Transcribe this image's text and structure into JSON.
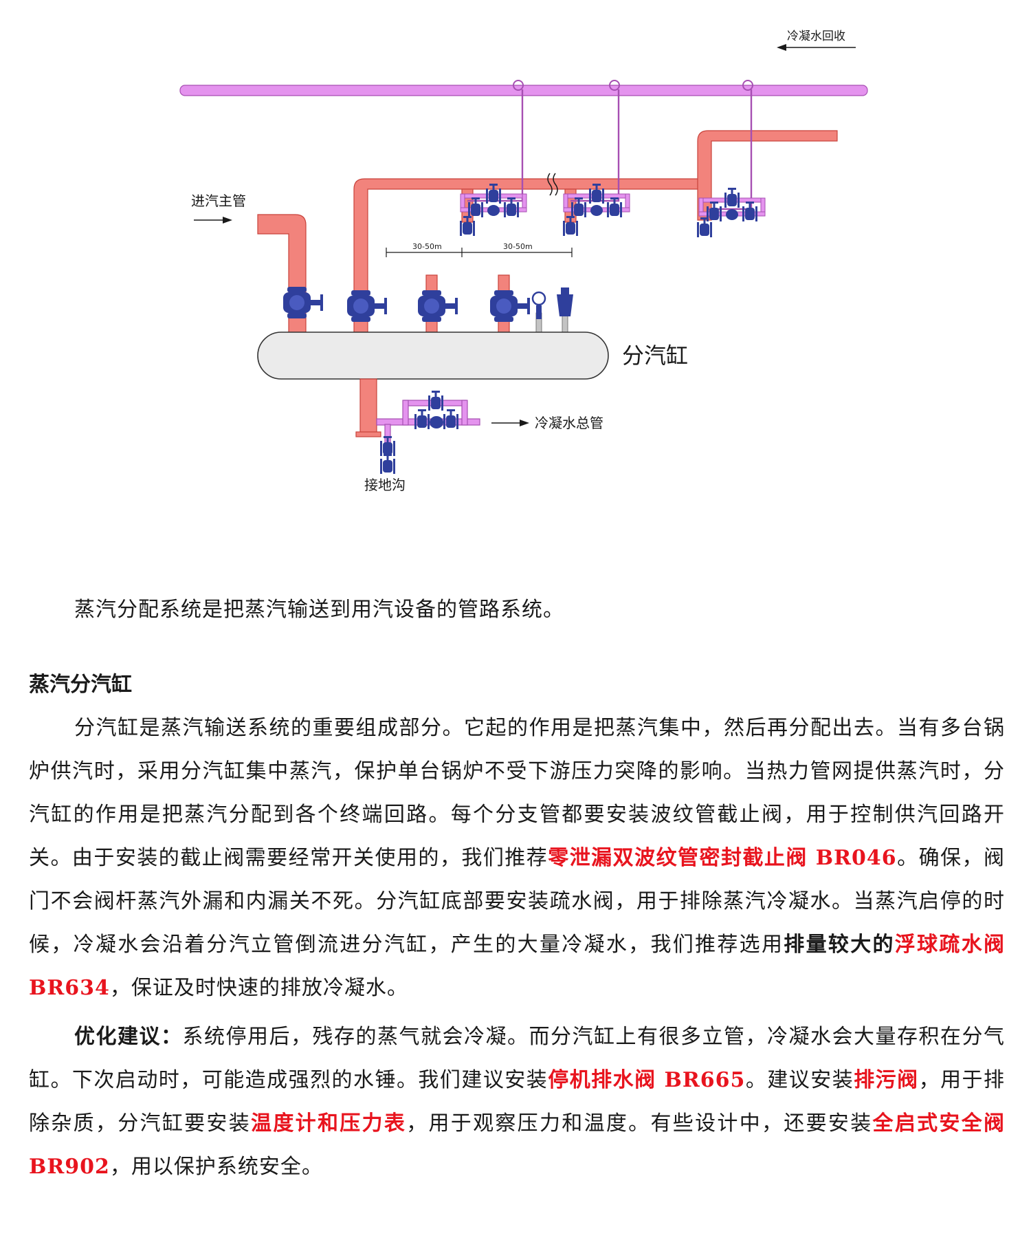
{
  "diagram": {
    "labels": {
      "condensate_return": "冷凝水回收",
      "steam_inlet": "进汽主管",
      "spacing1": "30-50m",
      "spacing2": "30-50m",
      "header": "分汽缸",
      "condensate_main": "冷凝水总管",
      "drain_ditch": "接地沟"
    },
    "colors": {
      "steam_pipe": "#f2837c",
      "steam_edge": "#c8423b",
      "condensate_pipe": "#e493ee",
      "condensate_edge": "#a64fb2",
      "valve": "#2f3f9c",
      "header_fill": "#ebebeb"
    }
  },
  "article": {
    "intro": "蒸汽分配系统是把蒸汽输送到用汽设备的管路系统。",
    "section_title": "蒸汽分汽缸",
    "p1": {
      "t1": "分汽缸是蒸汽输送系统的重要组成部分。它起的作用是把蒸汽集中，然后再分配出去。当有多台锅炉供汽时，采用分汽缸集中蒸汽，保护单台锅炉不受下游压力突降的影响。当热力管网提供蒸汽时，分汽缸的作用是把蒸汽分配到各个终端回路。每个分支管都要安装波纹管截止阀，用于控制供汽回路开关。由于安装的截止阀需要经常开关使用的，我们推荐",
      "r1": "零泄漏双波纹管密封截止阀 BR046",
      "t2": "。确保，阀门不会阀杆蒸汽外漏和内漏关不死。分汽缸底部要安装疏水阀，用于排除蒸汽冷凝水。当蒸汽启停的时候，冷凝水会沿着分汽立管倒流进分汽缸，产生的大量冷凝水，我们推荐选用",
      "b1": "排量较大的",
      "r2": "浮球疏水阀 BR634",
      "t3": "，保证及时快速的排放冷凝水。"
    },
    "p2": {
      "lead": "优化建议：",
      "t1": "系统停用后，残存的蒸气就会冷凝。而分汽缸上有很多立管，冷凝水会大量存积在分气缸。下次启动时，可能造成强烈的水锤。我们建议安装",
      "r1": "停机排水阀 BR665",
      "t2": "。建议安装",
      "r2": "排污阀",
      "t3": "，用于排除杂质，分汽缸要安装",
      "r3": "温度计和压力表",
      "t4": "，用于观察压力和温度。有些设计中，还要安装",
      "r4": "全启式安全阀 BR902",
      "t5": "，用以保护系统安全。"
    }
  }
}
